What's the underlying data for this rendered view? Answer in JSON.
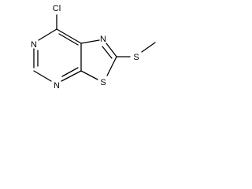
{
  "molecule": {
    "atoms": {
      "chlorine": "Cl",
      "nitrogen_left": "N",
      "nitrogen_bottom": "N",
      "nitrogen_right": "N",
      "sulfur_ring": "S",
      "sulfur_methylthio": "S"
    }
  }
}
